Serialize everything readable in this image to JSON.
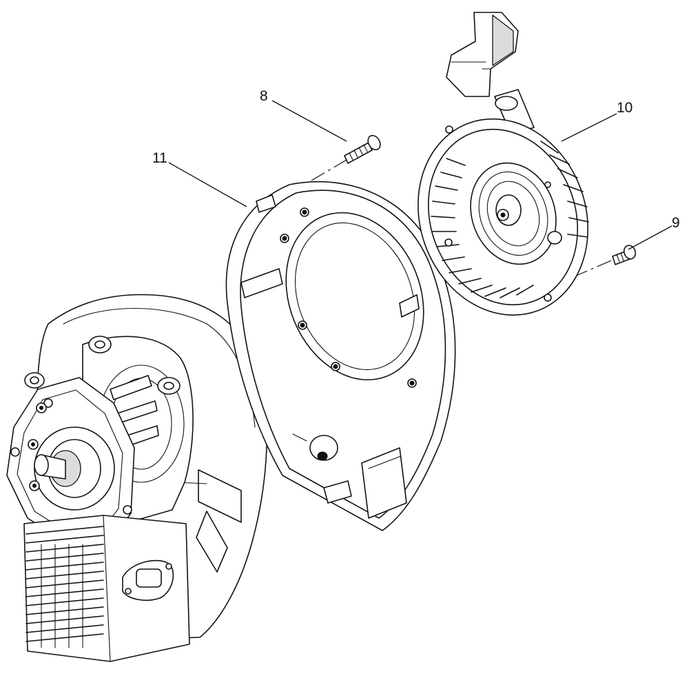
{
  "callouts": [
    {
      "id": "8",
      "label": "8"
    },
    {
      "id": "9",
      "label": "9"
    },
    {
      "id": "10",
      "label": "10"
    },
    {
      "id": "11",
      "label": "11"
    }
  ]
}
